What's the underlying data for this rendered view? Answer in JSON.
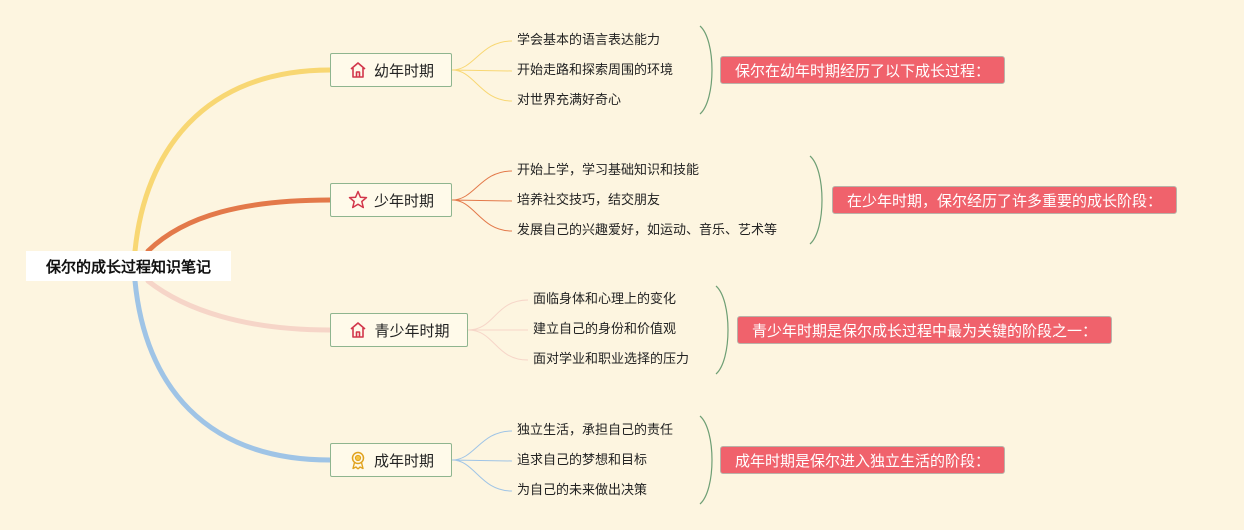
{
  "root": {
    "label": "保尔的成长过程知识笔记"
  },
  "branches": [
    {
      "label": "幼年时期",
      "icon": "house-icon",
      "color": "#f8d773",
      "leaves": [
        "学会基本的语言表达能力",
        "开始走路和探索周围的环境",
        "对世界充满好奇心"
      ],
      "summary": "保尔在幼年时期经历了以下成长过程："
    },
    {
      "label": "少年时期",
      "icon": "star-icon",
      "color": "#e3794a",
      "leaves": [
        "开始上学，学习基础知识和技能",
        "培养社交技巧，结交朋友",
        "发展自己的兴趣爱好，如运动、音乐、艺术等"
      ],
      "summary": "在少年时期，保尔经历了许多重要的成长阶段："
    },
    {
      "label": "青少年时期",
      "icon": "house-icon",
      "color": "#f6d5c8",
      "leaves": [
        "面临身体和心理上的变化",
        "建立自己的身份和价值观",
        "面对学业和职业选择的压力"
      ],
      "summary": "青少年时期是保尔成长过程中最为关键的阶段之一："
    },
    {
      "label": "成年时期",
      "icon": "medal-icon",
      "color": "#9fc4e6",
      "leaves": [
        "独立生活，承担自己的责任",
        "追求自己的梦想和目标",
        "为自己的未来做出决策"
      ],
      "summary": "成年时期是保尔进入独立生活的阶段："
    }
  ],
  "colors": {
    "background": "#fdf5e0",
    "summary": "#f0626c",
    "branch_border": "#8fb58f",
    "bracket": "#6f9f75"
  }
}
